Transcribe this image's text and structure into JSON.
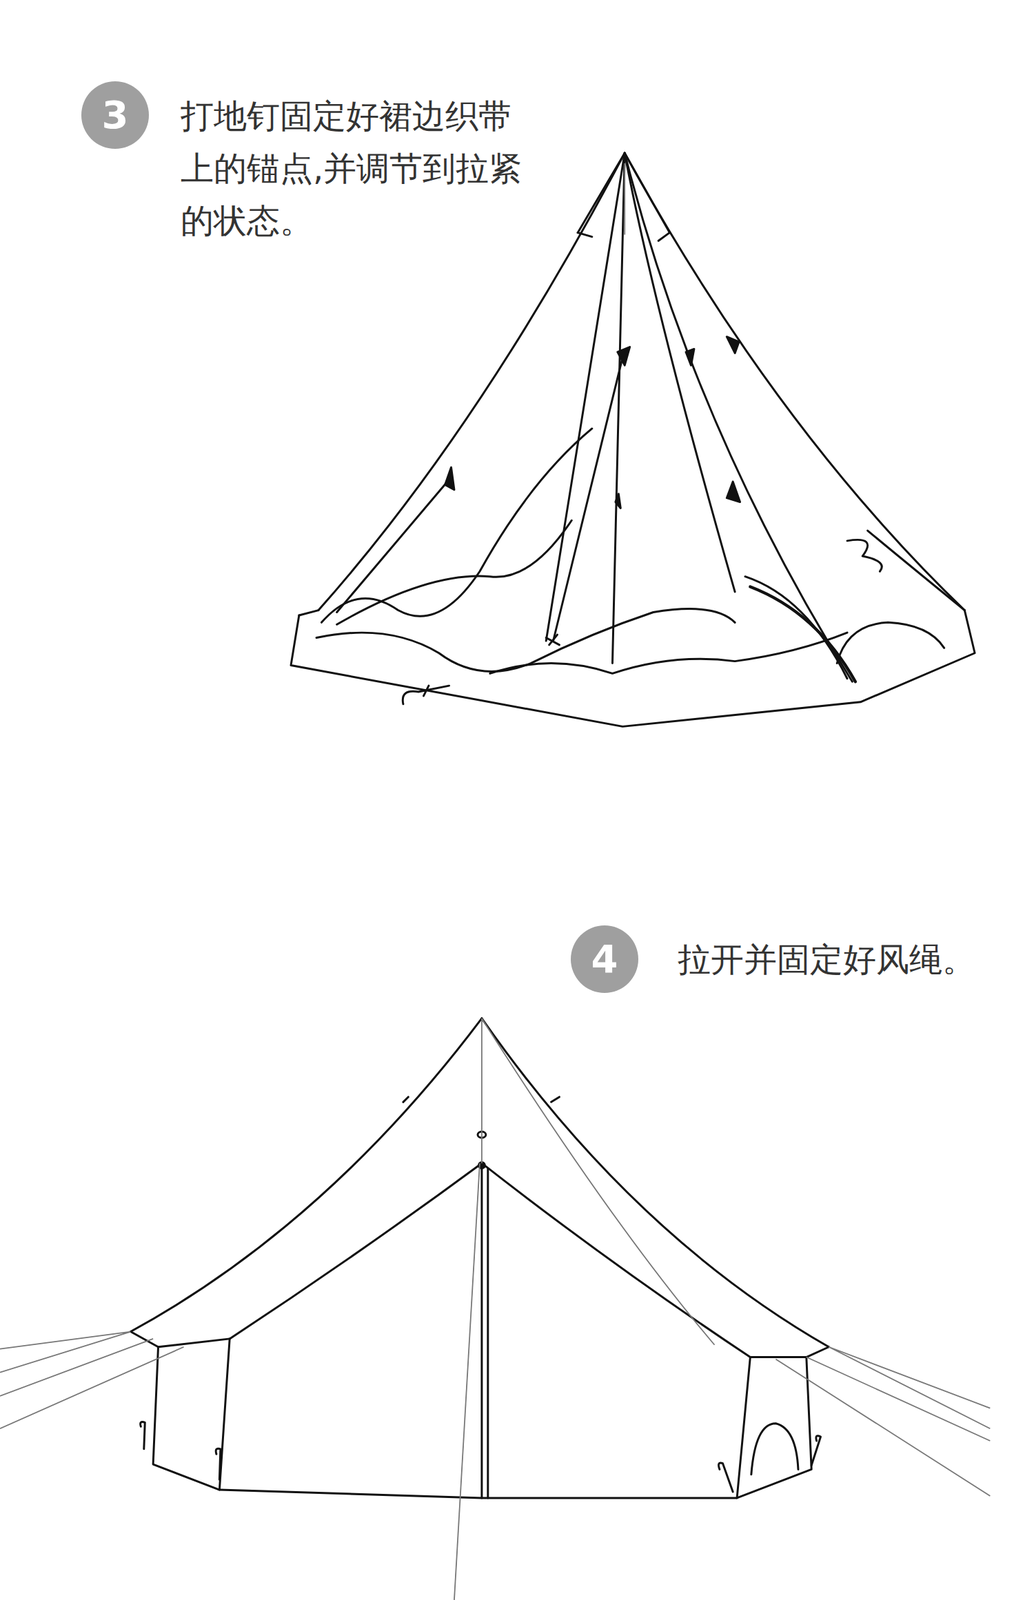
{
  "diagram": {
    "nodes": [
      {
        "text": [
          "3"
        ]
      },
      {
        "text": [
          "4"
        ]
      }
    ],
    "labels": [
      "打地钉固定好裙边织带上的锚点,并调节到拉紧的状态。",
      "拉开并固定好风绳。"
    ]
  }
}
